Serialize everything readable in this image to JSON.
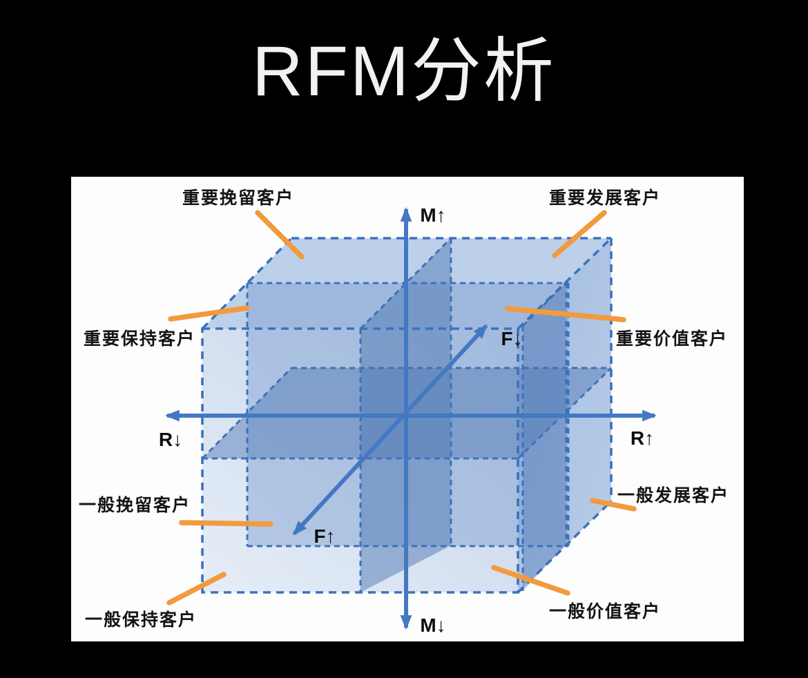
{
  "title": "RFM分析",
  "diagram": {
    "axis_labels": {
      "m_up": "M↑",
      "m_down": "M↓",
      "r_down": "R↓",
      "r_up": "R↑",
      "f_up": "F↑",
      "f_down": "F↓"
    },
    "segments": [
      {
        "id": "important-retain",
        "label": "重要挽留客户"
      },
      {
        "id": "important-develop",
        "label": "重要发展客户"
      },
      {
        "id": "important-keep",
        "label": "重要保持客户"
      },
      {
        "id": "important-value",
        "label": "重要价值客户"
      },
      {
        "id": "general-retain",
        "label": "一般挽留客户"
      },
      {
        "id": "general-develop",
        "label": "一般发展客户"
      },
      {
        "id": "general-keep",
        "label": "一般保持客户"
      },
      {
        "id": "general-value",
        "label": "一般价值客户"
      }
    ]
  },
  "colors": {
    "background": "#000000",
    "panel": "#fdfdfe",
    "cube_dash_line": "#3d72ba",
    "axis_line": "#4478c2",
    "leader_line": "#f29a3d",
    "label_text": "#141414",
    "title_text": "#f2f2f2",
    "face_top": "#bdd0ea",
    "face_front": "#cddbef",
    "face_right": "#a9c2e3",
    "inner_plane": "#5e86be"
  }
}
